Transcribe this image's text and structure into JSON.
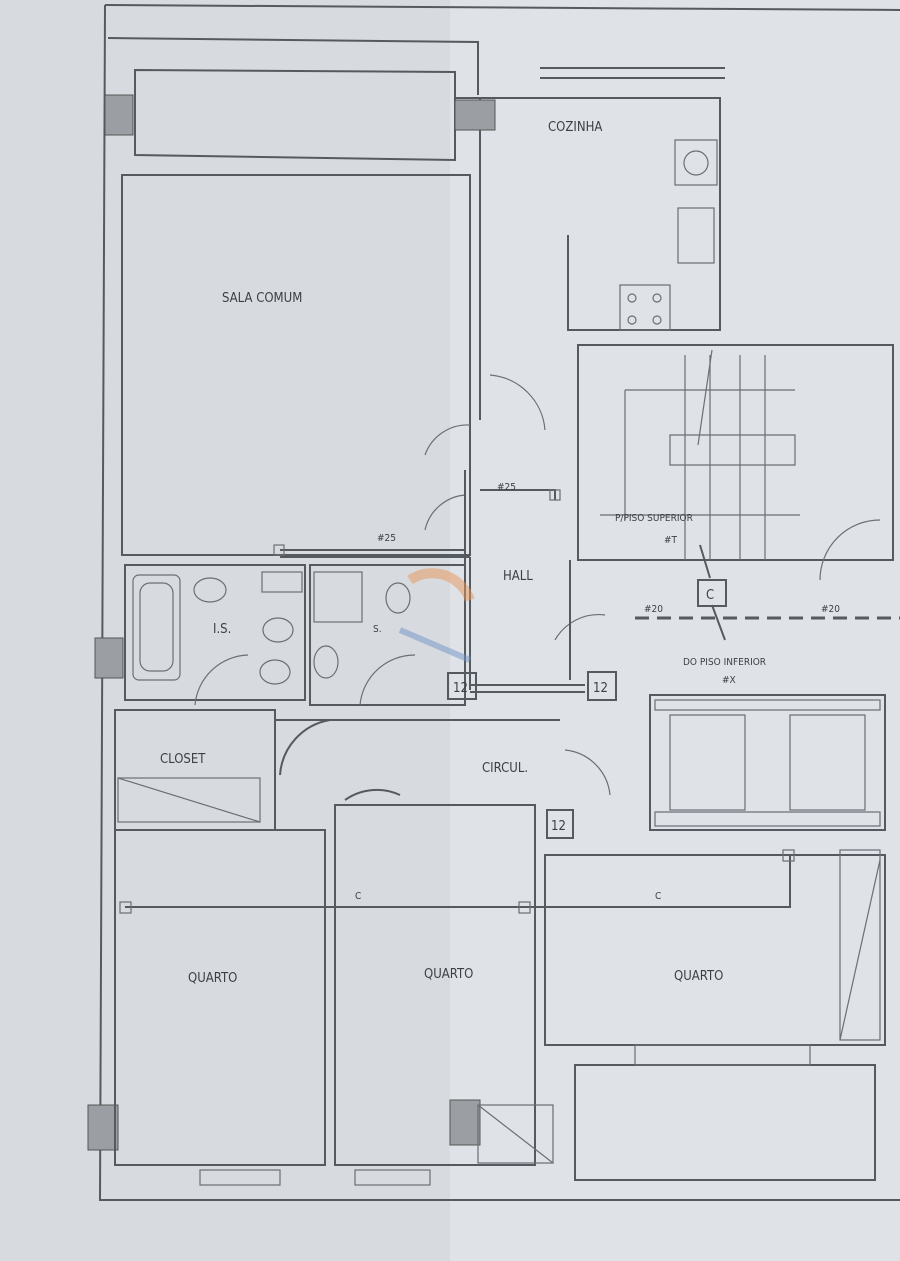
{
  "plan": {
    "rooms": {
      "cozinha": "COZINHA",
      "sala_comum": "SALA COMUM",
      "hall": "HALL",
      "is": "I.S.",
      "s": "S.",
      "closet": "CLOSET",
      "circul": "CIRCUL.",
      "quarto": "QUARTO"
    },
    "annotations": {
      "up": "P/PISO SUPERIOR",
      "up_code": "#T",
      "down": "DO PISO INFERIOR",
      "down_code": "#X",
      "pipe_25": "#25",
      "pipe_20": "#20",
      "box_c": "C",
      "box_12": "12",
      "line_c": "C"
    },
    "colors": {
      "background": "#dfe2e6",
      "lines": "#555a60"
    }
  }
}
